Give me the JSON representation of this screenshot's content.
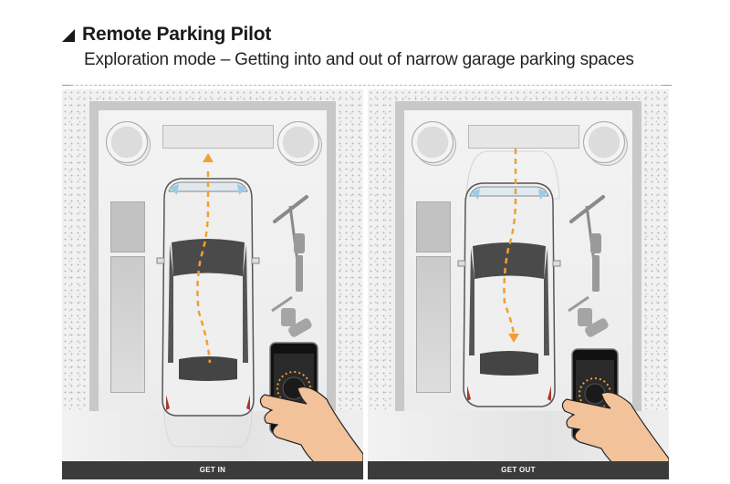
{
  "header": {
    "title": "Remote Parking Pilot",
    "subtitle": "Exploration mode – Getting into and out of narrow garage parking spaces"
  },
  "panels": [
    {
      "id": "get-in",
      "label": "GET IN",
      "path_direction": "forward (arrow up, car driving into garage)"
    },
    {
      "id": "get-out",
      "label": "GET OUT",
      "path_direction": "reverse (arrow down, car backing out of garage)"
    }
  ],
  "colors": {
    "path": "#f0a030",
    "footer_bar": "#3b3b3b",
    "garage_wall": "#c8c8c8",
    "skin": "#f2c29a"
  },
  "icons": [
    "title-triangle-icon",
    "car-icon",
    "bicycle-icon",
    "tricycle-icon",
    "smartphone-icon",
    "hand-icon",
    "path-arrow-icon"
  ]
}
